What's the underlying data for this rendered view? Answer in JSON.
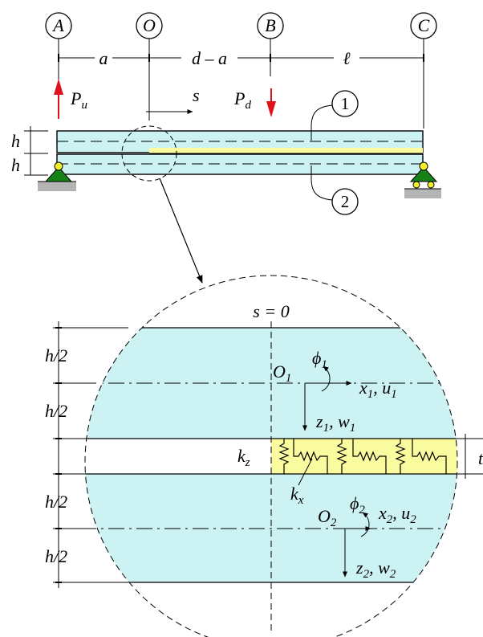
{
  "points": {
    "A": "A",
    "O": "O",
    "B": "B",
    "C": "C"
  },
  "dims": {
    "a": "a",
    "d_minus_a": "d – a",
    "ell": "ℓ"
  },
  "loads": {
    "pu_sym": "P",
    "pu_sub": "u",
    "pd_sym": "P",
    "pd_sub": "d"
  },
  "s_label": "s",
  "h_label": "h",
  "layer_numbers": [
    "1",
    "2"
  ],
  "detail": {
    "s0_label": "s = 0",
    "half_h": "h/2",
    "o1": {
      "sym": "O",
      "sub": "1"
    },
    "o2": {
      "sym": "O",
      "sub": "2"
    },
    "phi1": {
      "sym": "ϕ",
      "sub": "1"
    },
    "phi2": {
      "sym": "ϕ",
      "sub": "2"
    },
    "x1": {
      "sym": "x",
      "sub": "1"
    },
    "u1": {
      "sym": "u",
      "sub": "1"
    },
    "z1": {
      "sym": "z",
      "sub": "1"
    },
    "w1": {
      "sym": "w",
      "sub": "1"
    },
    "x2": {
      "sym": "x",
      "sub": "2"
    },
    "u2": {
      "sym": "u",
      "sub": "2"
    },
    "z2": {
      "sym": "z",
      "sub": "2"
    },
    "w2": {
      "sym": "w",
      "sub": "2"
    },
    "kz": {
      "sym": "k",
      "sub": "z"
    },
    "kx": {
      "sym": "k",
      "sub": "x"
    },
    "t_label": "t"
  },
  "colors": {
    "beam_fill": "#cdf2f4",
    "interface_fill": "#fafa9e",
    "support_green": "#148214",
    "pin_yellow": "#f5ef2a",
    "load_red": "#e0101c",
    "ground_gray": "#b4b4b4"
  }
}
